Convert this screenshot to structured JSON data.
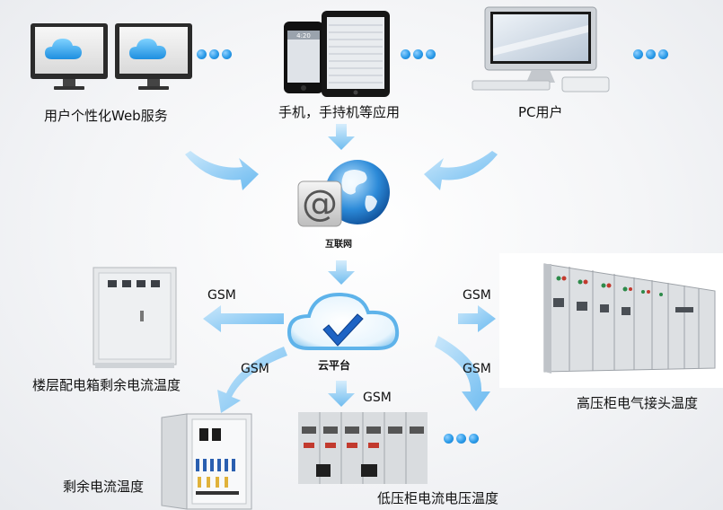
{
  "colors": {
    "arrow": "#8ccbf0",
    "dot": "#2b9be8",
    "accent": "#2a6fd0"
  },
  "top": {
    "web_label": "用户个性化Web服务",
    "mobile_label": "手机，手持机等应用",
    "pc_label": "PC用户",
    "phone_screen_time": "4:20"
  },
  "center": {
    "internet_label": "互联网",
    "cloud_label": "云平台",
    "globe_symbol": "@"
  },
  "links": {
    "left": "GSM",
    "right": "GSM",
    "lower_left": "GSM",
    "lower_right": "GSM",
    "bottom": "GSM"
  },
  "devices": {
    "floor_box_label": "楼层配电箱剩余电流温度",
    "hv_cabinet_label": "高压柜电气接头温度",
    "residual_label": "剩余电流温度",
    "lv_cabinet_label": "低压柜电流电压温度"
  },
  "icons": [
    "cloud-icon",
    "tablet-icon",
    "phone-icon",
    "desktop-computer-icon",
    "globe-icon",
    "cloud-check-icon",
    "cabinet-icon"
  ]
}
